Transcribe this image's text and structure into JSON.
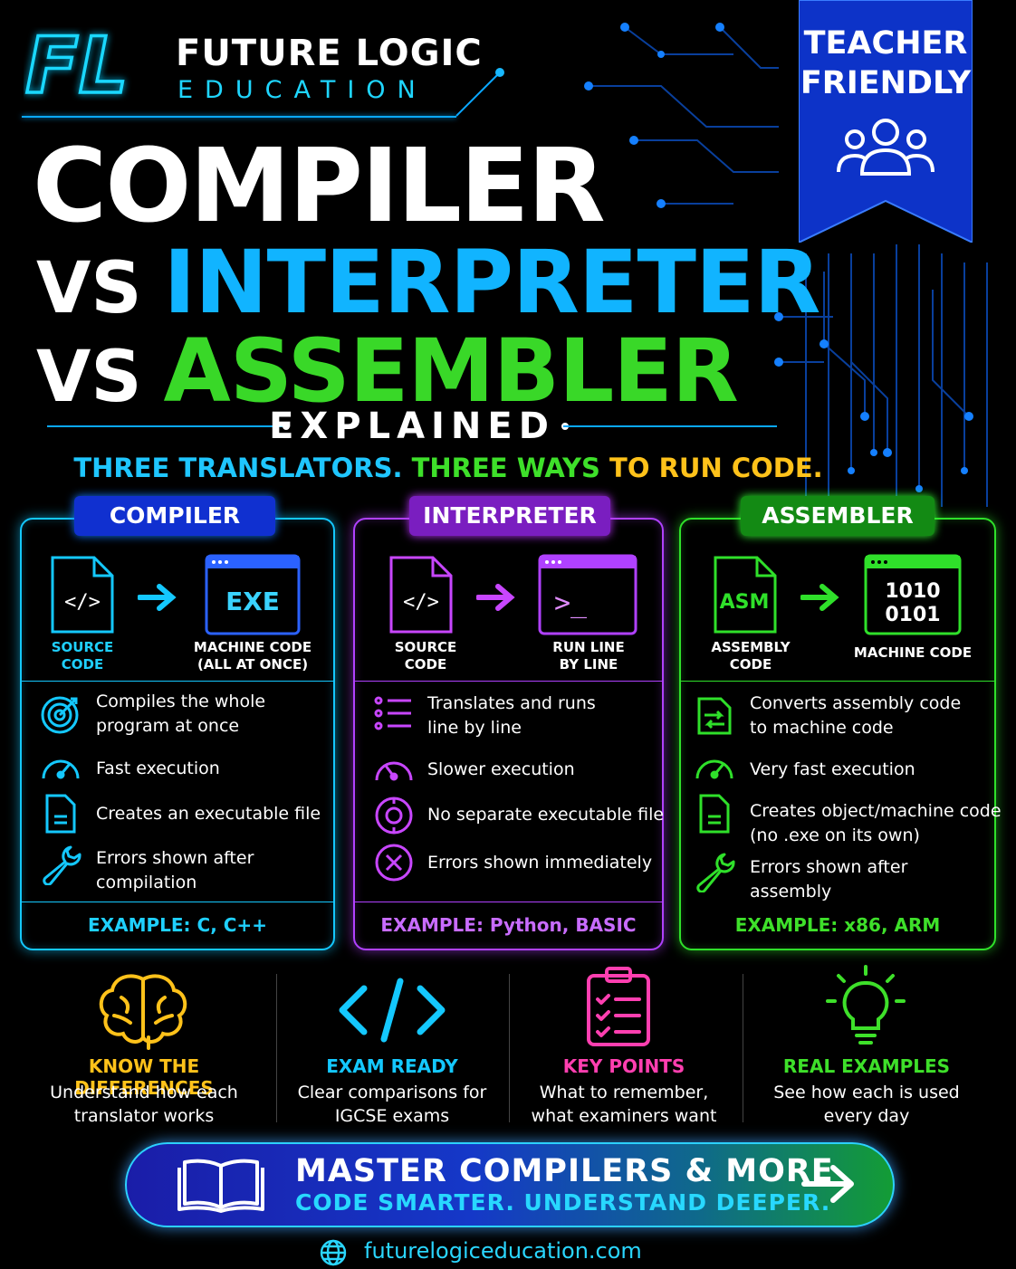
{
  "brand": {
    "name": "FUTURE LOGIC",
    "sub": "EDUCATION",
    "mark": "FL"
  },
  "ribbon": {
    "line1": "TEACHER",
    "line2": "FRIENDLY"
  },
  "title": {
    "line1": "COMPILER",
    "vs1": "VS",
    "line2": "INTERPRETER",
    "vs2": "VS",
    "line3": "ASSEMBLER",
    "explained": "EXPLAINED",
    "tag1": "THREE TRANSLATORS.",
    "tag2": "THREE WAYS",
    "tag3": "TO RUN CODE."
  },
  "cards": [
    {
      "name": "COMPILER",
      "input_glyph": "</>",
      "output_glyph": "EXE",
      "input_label": "SOURCE CODE",
      "output_label_1": "MACHINE CODE",
      "output_label_2": "(ALL AT ONCE)",
      "features": [
        {
          "l1": "Compiles the whole",
          "l2": "program at once"
        },
        {
          "l1": "Fast execution",
          "l2": ""
        },
        {
          "l1": "Creates an executable file",
          "l2": ""
        },
        {
          "l1": "Errors shown after",
          "l2": "compilation"
        }
      ],
      "example": "EXAMPLE: C, C++",
      "color": "#14c8ff"
    },
    {
      "name": "INTERPRETER",
      "input_glyph": "</>",
      "output_glyph": ">_",
      "input_label": "SOURCE CODE",
      "output_label_1": "RUN LINE",
      "output_label_2": "BY LINE",
      "features": [
        {
          "l1": "Translates and runs",
          "l2": "line by line"
        },
        {
          "l1": "Slower execution",
          "l2": ""
        },
        {
          "l1": "No separate executable file",
          "l2": ""
        },
        {
          "l1": "Errors shown immediately",
          "l2": ""
        }
      ],
      "example": "EXAMPLE: Python, BASIC",
      "color": "#b041ff"
    },
    {
      "name": "ASSEMBLER",
      "input_glyph": "ASM",
      "output_glyph_1": "1010",
      "output_glyph_2": "0101",
      "input_label": "ASSEMBLY CODE",
      "output_label_1": "MACHINE CODE",
      "features": [
        {
          "l1": "Converts assembly code",
          "l2": "to machine code"
        },
        {
          "l1": "Very fast execution",
          "l2": ""
        },
        {
          "l1": "Creates object/machine code",
          "l2": "(no .exe on its own)"
        },
        {
          "l1": "Errors shown after",
          "l2": "assembly"
        }
      ],
      "example": "EXAMPLE: x86, ARM",
      "color": "#2fe02a"
    }
  ],
  "bottom_features": [
    {
      "title": "KNOW THE DIFFERENCES",
      "d1": "Understand how each",
      "d2": "translator works",
      "color": "#ffc21a",
      "icon": "brain-icon"
    },
    {
      "title": "EXAM READY",
      "d1": "Clear comparisons for",
      "d2": "IGCSE exams",
      "color": "#14c8ff",
      "icon": "code-icon"
    },
    {
      "title": "KEY POINTS",
      "d1": "What to remember,",
      "d2": "what examiners want",
      "color": "#ff3fb0",
      "icon": "clipboard-checklist-icon"
    },
    {
      "title": "REAL EXAMPLES",
      "d1": "See how each is used",
      "d2": "every day",
      "color": "#3ee02a",
      "icon": "lightbulb-icon"
    }
  ],
  "cta": {
    "line1": "MASTER COMPILERS & MORE",
    "line2": "CODE SMARTER. UNDERSTAND DEEPER."
  },
  "url": "futurelogiceducation.com"
}
